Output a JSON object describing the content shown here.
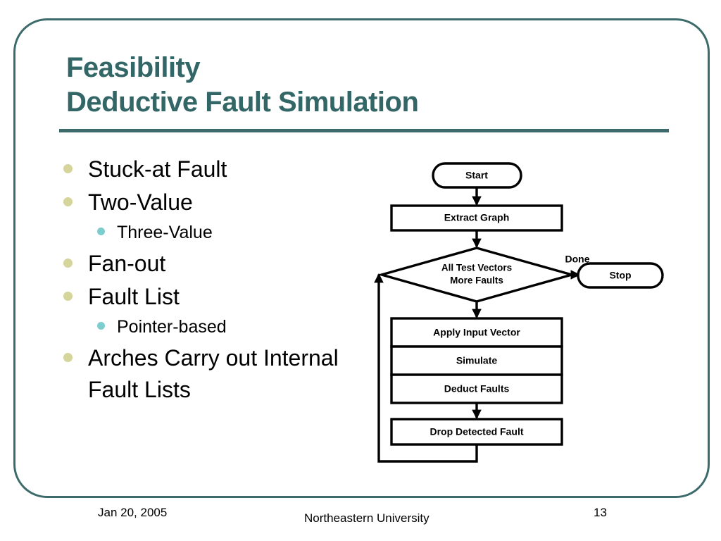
{
  "slide": {
    "title_line1": "Feasibility",
    "title_line2": "Deductive Fault Simulation",
    "accent_color": "#336666",
    "frame_color": "#3d6b6b",
    "bullet_level1_color": "#d4d49b",
    "bullet_level2_color": "#7ecdcd"
  },
  "bullets": [
    {
      "level": 1,
      "text": "Stuck-at Fault"
    },
    {
      "level": 1,
      "text": "Two-Value"
    },
    {
      "level": 2,
      "text": "Three-Value"
    },
    {
      "level": 1,
      "text": "Fan-out"
    },
    {
      "level": 1,
      "text": "Fault List"
    },
    {
      "level": 2,
      "text": "Pointer-based"
    },
    {
      "level": 1,
      "text": "Arches Carry out Internal Fault Lists"
    }
  ],
  "flowchart": {
    "nodes": {
      "start": "Start",
      "extract_graph": "Extract Graph",
      "decision_line1": "All Test Vectors",
      "decision_line2": "More Faults",
      "stop": "Stop",
      "apply_input_vector": "Apply Input Vector",
      "simulate": "Simulate",
      "deduct_faults": "Deduct Faults",
      "drop_detected_fault": "Drop Detected Fault"
    },
    "edge_labels": {
      "done": "Done"
    }
  },
  "footer": {
    "date": "Jan 20, 2005",
    "organization": "Northeastern University",
    "page_number": "13"
  }
}
